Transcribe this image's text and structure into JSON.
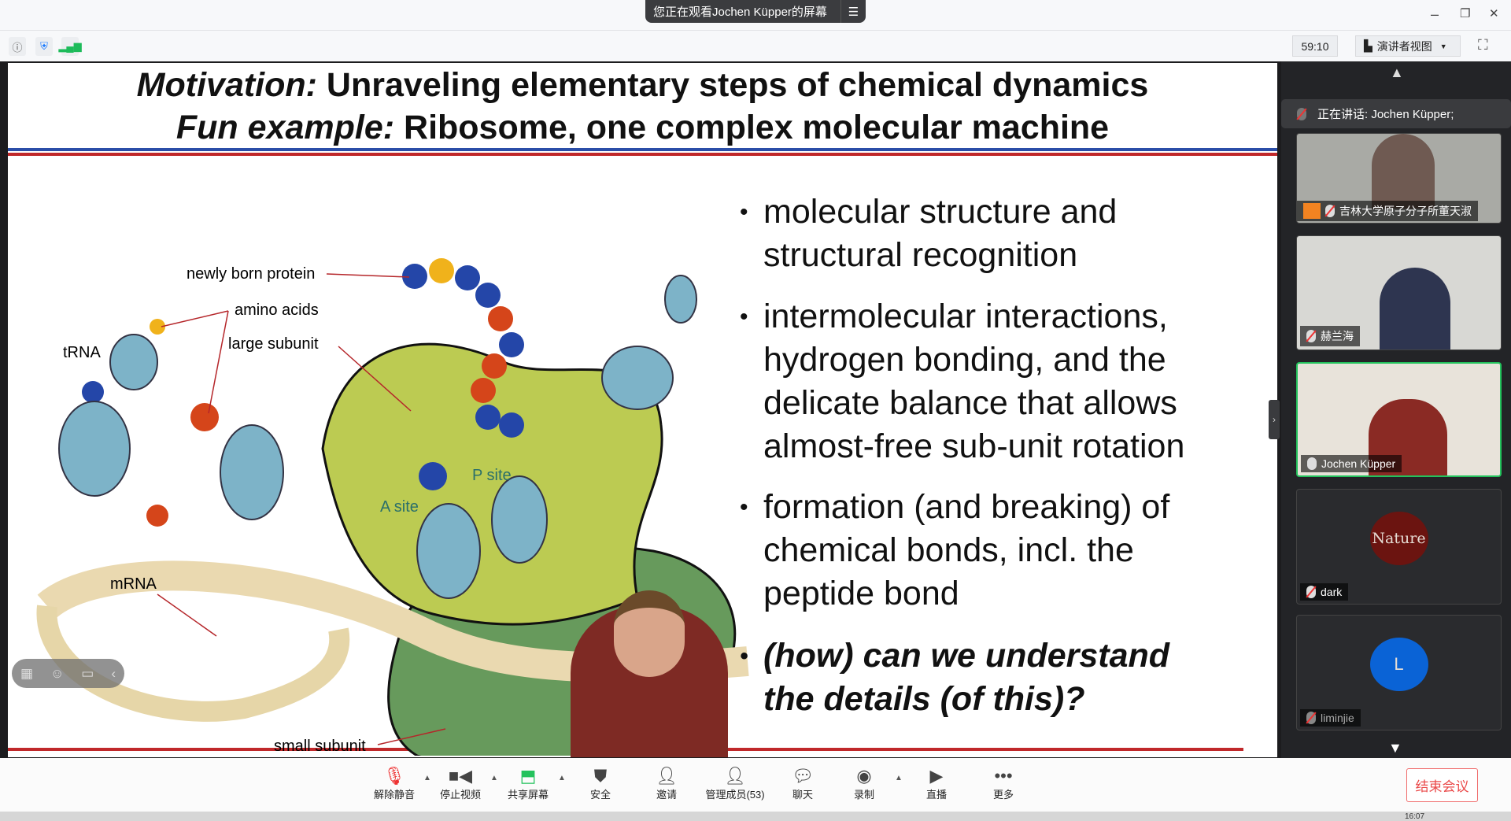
{
  "window": {
    "share_banner": "您正在观看Jochen Küpper的屏幕",
    "minimize": "–",
    "restore": "❐",
    "close": "✕"
  },
  "toolbar": {
    "timer": "59:10",
    "view_button": "演讲者视图"
  },
  "slide": {
    "title_line1_italic": "Motivation:",
    "title_line1": " Unraveling elementary steps of chemical dynamics",
    "title_line2_italic": "Fun example:",
    "title_line2": " Ribosome, one complex molecular machine",
    "diagram_labels": {
      "protein": "newly born protein",
      "amino": "amino acids",
      "large": "large subunit",
      "trna": "tRNA",
      "mrna": "mRNA",
      "psite": "P site",
      "asite": "A site",
      "small": "small subunit"
    },
    "bullets": [
      {
        "lines": [
          "molecular structure and",
          "structural recognition"
        ]
      },
      {
        "lines": [
          "intermolecular interactions,",
          "hydrogen bonding, and the",
          "delicate balance that allows",
          "almost-free sub-unit rotation"
        ]
      },
      {
        "lines": [
          "formation (and breaking) of",
          "chemical bonds, incl. the",
          "peptide bond"
        ]
      },
      {
        "lines": [
          "(how) can we understand",
          "the details (of this)?"
        ]
      }
    ]
  },
  "panel": {
    "speaking": "正在讲话: Jochen Küpper;",
    "participants": [
      {
        "name": "吉林大学原子分子所董天淑",
        "muted": true
      },
      {
        "name": "赫兰海",
        "muted": true
      },
      {
        "name": "Jochen Küpper",
        "muted": false,
        "active": true
      },
      {
        "name": "dark",
        "muted": true,
        "avatar_text": "Nature",
        "avatar_color": "#6b1410"
      },
      {
        "name": "liminjie",
        "muted": true,
        "avatar_text": "L",
        "avatar_color": "#0a63d6"
      }
    ]
  },
  "bottom": {
    "items": [
      "解除静音",
      "停止视频",
      "共享屏幕",
      "安全",
      "邀请",
      "管理成员(53)",
      "聊天",
      "录制",
      "直播",
      "更多"
    ],
    "end": "结束会议"
  },
  "taskbar": {
    "clock": "16:07"
  }
}
